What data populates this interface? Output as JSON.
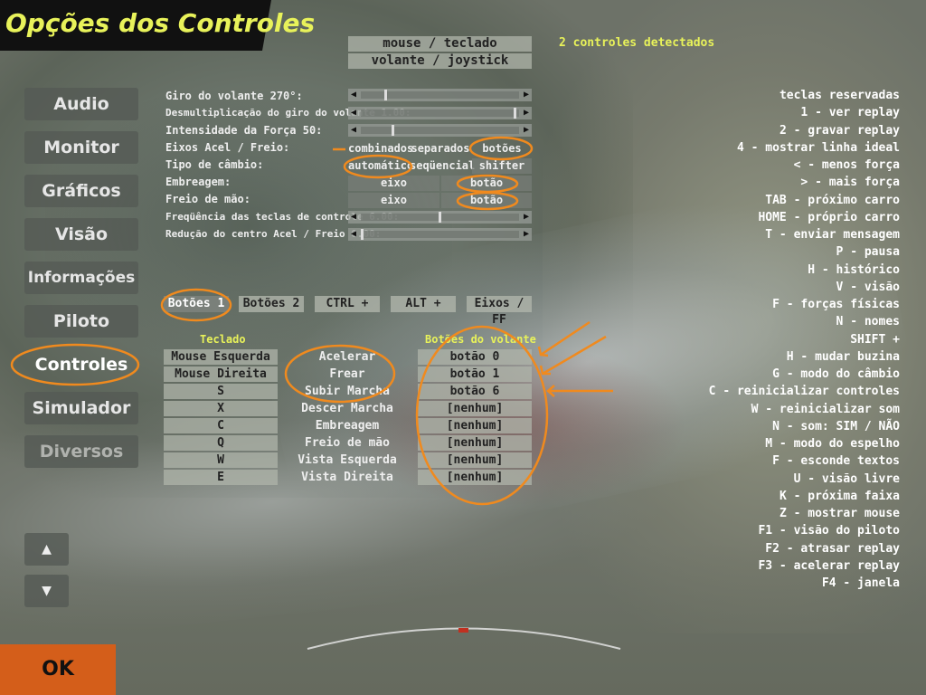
{
  "page": {
    "title": "Opções dos Controles"
  },
  "device": {
    "options": [
      "mouse / teclado",
      "volante / joystick"
    ],
    "detected": "2 controles detectados"
  },
  "nav": {
    "items": [
      "Audio",
      "Monitor",
      "Gráficos",
      "Visão",
      "Informações",
      "Piloto",
      "Controles",
      "Simulador",
      "Diversos"
    ],
    "active": "Controles"
  },
  "scroll": {
    "up": "▲",
    "down": "▼"
  },
  "ok": "OK",
  "settings": {
    "steering_rotation": {
      "label": "Giro do volante 270°:",
      "value": 0.15
    },
    "steering_ratio": {
      "label": "Desmultiplicação do giro do volante 1.00:",
      "value": 0.98
    },
    "force_intensity": {
      "label": "Intensidade da Força 50:",
      "value": 0.2
    },
    "pedal_axes": {
      "label": "Eixos Acel / Freio:",
      "options": [
        "combinados",
        "separados",
        "botões"
      ],
      "selected": "botões"
    },
    "gearbox": {
      "label": "Tipo de câmbio:",
      "options": [
        "automático",
        "seqüencial",
        "shifter"
      ],
      "selected": "automático"
    },
    "clutch": {
      "label": "Embreagem:",
      "options": [
        "eixo",
        "botão"
      ],
      "selected": "botão"
    },
    "handbrake": {
      "label": "Freio de mão:",
      "options": [
        "eixo",
        "botão"
      ],
      "selected": "botão"
    },
    "control_key_freq": {
      "label": "Freqüência das teclas de controle 6.00:",
      "value": 0.5
    },
    "pedal_center_reduction": {
      "label": "Redução do centro Acel / Freio 0.00:",
      "value": 0.0
    }
  },
  "tabs": {
    "items": [
      "Botões 1",
      "Botões 2",
      "CTRL +",
      "ALT +",
      "Eixos / FF"
    ],
    "active": "Botões 1"
  },
  "bindings": {
    "headers": {
      "keyboard": "Teclado",
      "wheel": "Botões do volante"
    },
    "rows": [
      {
        "key": "Mouse Esquerda",
        "action": "Acelerar",
        "button": "botão 0"
      },
      {
        "key": "Mouse Direita",
        "action": "Frear",
        "button": "botão 1"
      },
      {
        "key": "S",
        "action": "Subir Marcha",
        "button": "botão 6"
      },
      {
        "key": "X",
        "action": "Descer Marcha",
        "button": "[nenhum]"
      },
      {
        "key": "C",
        "action": "Embreagem",
        "button": "[nenhum]"
      },
      {
        "key": "Q",
        "action": "Freio de mão",
        "button": "[nenhum]"
      },
      {
        "key": "W",
        "action": "Vista Esquerda",
        "button": "[nenhum]"
      },
      {
        "key": "E",
        "action": "Vista Direita",
        "button": "[nenhum]"
      }
    ]
  },
  "reserved_keys": {
    "items": [
      "teclas reservadas",
      "1 - ver replay",
      "2 - gravar replay",
      "4 - mostrar linha ideal",
      "< - menos força",
      "> - mais força",
      "TAB - próximo carro",
      "HOME - próprio carro",
      "T - enviar mensagem",
      "P - pausa",
      "H - histórico",
      "V - visão",
      "F - forças físicas",
      "N - nomes",
      "SHIFT +",
      "H - mudar buzina",
      "G - modo do câmbio",
      "C - reinicializar controles",
      "W - reinicializar som",
      "N - som: SIM / NÃO",
      "M - modo do espelho",
      "F - esconde textos",
      "U - visão livre",
      "K - próxima faixa",
      "Z - mostrar mouse",
      "F1 - visão do piloto",
      "F2 - atrasar replay",
      "F3 - acelerar replay",
      "F4 - janela"
    ]
  },
  "colors": {
    "accent": "#e8f25a",
    "ok_bg": "#d45e1a",
    "annotation": "#f08a1e"
  }
}
